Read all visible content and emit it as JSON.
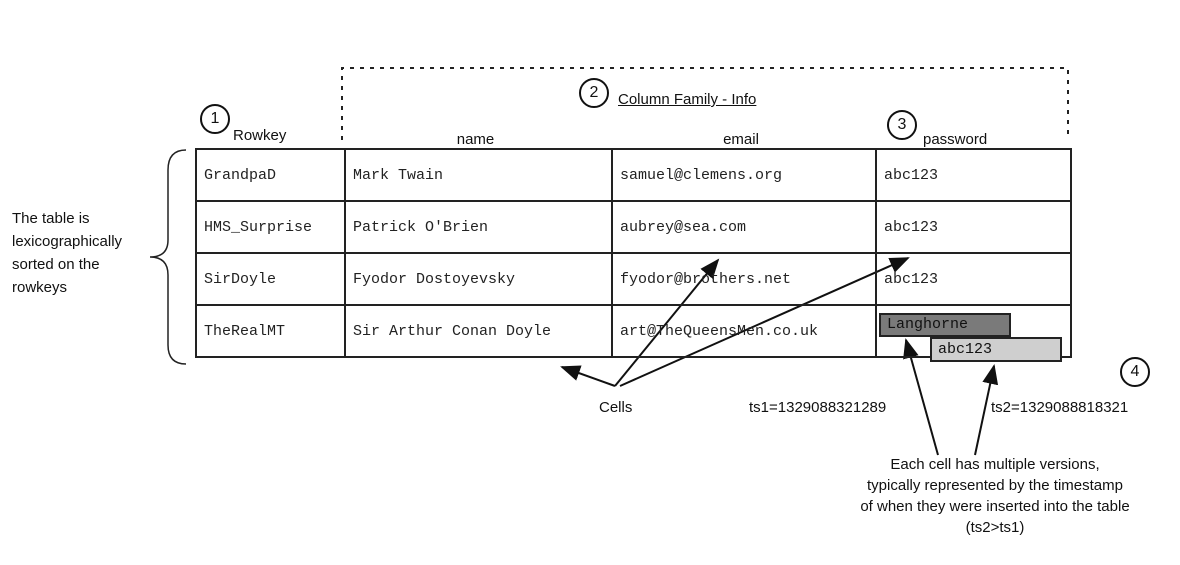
{
  "callouts": [
    "1",
    "2",
    "3",
    "4"
  ],
  "column_family_label": "Column Family - Info",
  "headers": {
    "rowkey": "Rowkey",
    "name": "name",
    "email": "email",
    "password": "password"
  },
  "rows": [
    {
      "rowkey": "GrandpaD",
      "name": "Mark Twain",
      "email": "samuel@clemens.org",
      "password": "abc123"
    },
    {
      "rowkey": "HMS_Surprise",
      "name": "Patrick O'Brien",
      "email": "aubrey@sea.com",
      "password": "abc123"
    },
    {
      "rowkey": "SirDoyle",
      "name": "Fyodor Dostoyevsky",
      "email": "fyodor@brothers.net",
      "password": "abc123"
    },
    {
      "rowkey": "TheRealMT",
      "name": "Sir Arthur Conan Doyle",
      "email": "art@TheQueensMen.co.uk",
      "password": ""
    }
  ],
  "versions": {
    "v1": "Langhorne",
    "v2": "abc123"
  },
  "sorted_note": [
    "The table is",
    "lexicographically",
    "sorted on the",
    "rowkeys"
  ],
  "cells_label": "Cells",
  "ts1": "ts1=1329088321289",
  "ts2": "ts2=1329088818321",
  "version_note": [
    "Each cell has multiple versions,",
    "typically represented by the timestamp",
    "of when they were inserted into the table",
    "(ts2>ts1)"
  ]
}
